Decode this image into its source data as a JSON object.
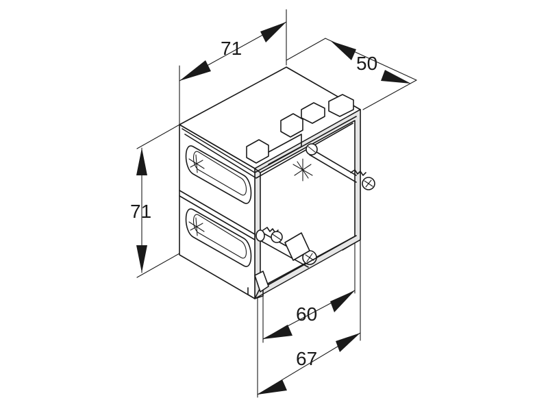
{
  "dimensions": {
    "top_width": "71",
    "top_depth": "50",
    "height": "71",
    "inner_depth": "60",
    "outer_depth": "67"
  }
}
